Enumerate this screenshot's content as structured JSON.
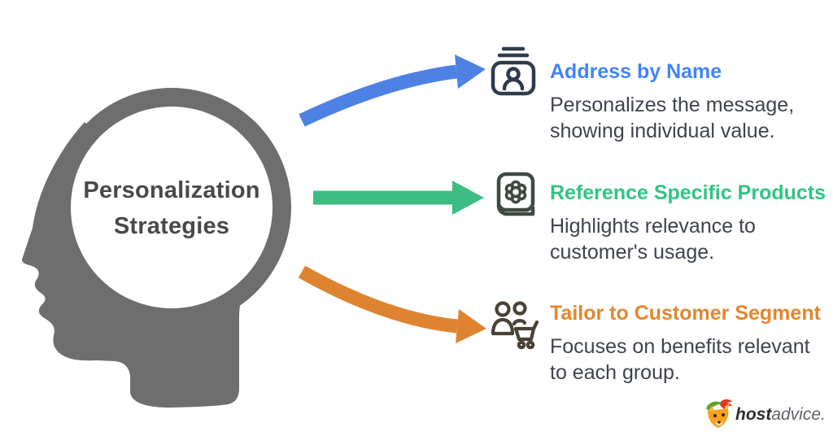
{
  "background": "#ffffff",
  "head": {
    "label_line1": "Personalization",
    "label_line2": "Strategies",
    "silhouette_color": "#6e6e6e",
    "label_color": "#494949"
  },
  "items": [
    {
      "icon": "contact-card-icon",
      "arrow_color": "#4d82e4",
      "arrow_shape": "curved-up",
      "title": "Address by Name",
      "title_color": "#4285f4",
      "desc_line1": "Personalizes the message,",
      "desc_line2": "showing individual value."
    },
    {
      "icon": "book-gear-icon",
      "arrow_color": "#3dbd83",
      "arrow_shape": "straight",
      "title": "Reference Specific Products",
      "title_color": "#31c384",
      "desc_line1": "Highlights relevance to",
      "desc_line2": "customer's usage."
    },
    {
      "icon": "people-cart-icon",
      "arrow_color": "#de8430",
      "arrow_shape": "curved-down",
      "title": "Tailor to Customer Segment",
      "title_color": "#e2872e",
      "desc_line1": "Focuses on benefits relevant",
      "desc_line2": "to each group."
    }
  ],
  "logo": {
    "brand_bold": "host",
    "brand_light": "advice."
  }
}
